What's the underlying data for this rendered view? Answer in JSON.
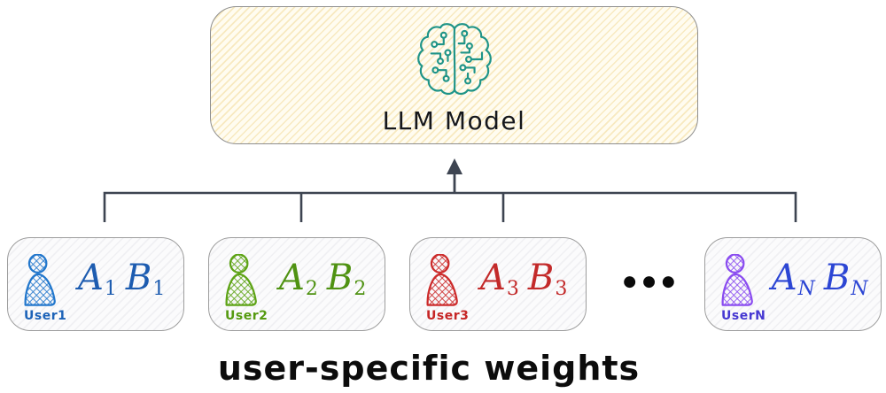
{
  "llm": {
    "label": "LLM Model",
    "icon": "brain-circuit-icon",
    "box_bg": "#fffcf0",
    "hatch_color": "#eccd76",
    "border_color": "#8f8f8f",
    "icon_color": "#1f9488"
  },
  "connector": {
    "color": "#3d4451"
  },
  "users": [
    {
      "label": "User1",
      "a_base": "A",
      "a_sub": "1",
      "b_base": "B",
      "b_sub": "1",
      "icon_color": "#2277cc",
      "label_color": "#1d63b8",
      "math_color": "#1d5cb0"
    },
    {
      "label": "User2",
      "a_base": "A",
      "a_sub": "2",
      "b_base": "B",
      "b_sub": "2",
      "icon_color": "#5da315",
      "label_color": "#559a10",
      "math_color": "#4f9212"
    },
    {
      "label": "User3",
      "a_base": "A",
      "a_sub": "3",
      "b_base": "B",
      "b_sub": "3",
      "icon_color": "#cc2b2b",
      "label_color": "#c62626",
      "math_color": "#c32a2a"
    },
    {
      "label": "UserN",
      "a_base": "A",
      "a_sub": "N",
      "b_base": "B",
      "b_sub": "N",
      "icon_color": "#8a4cf0",
      "label_color": "#4638d2",
      "math_color": "#2c46d4"
    }
  ],
  "ellipsis": "●●●",
  "caption": "user-specific weights"
}
